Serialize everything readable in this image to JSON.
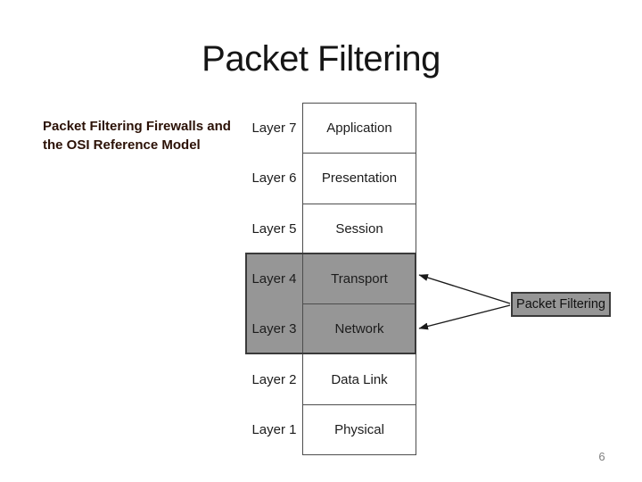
{
  "slide": {
    "title": "Packet Filtering",
    "subtitle": {
      "line1": "Packet Filtering Firewalls and",
      "line2": "the OSI Reference Model"
    },
    "page_number": "6"
  },
  "diagram": {
    "type": "osi-reference-model-stack",
    "layers": [
      {
        "label": "Layer 7",
        "name": "Application",
        "shaded": false
      },
      {
        "label": "Layer 6",
        "name": "Presentation",
        "shaded": false
      },
      {
        "label": "Layer 5",
        "name": "Session",
        "shaded": false
      },
      {
        "label": "Layer 4",
        "name": "Transport",
        "shaded": true
      },
      {
        "label": "Layer 3",
        "name": "Network",
        "shaded": true
      },
      {
        "label": "Layer 2",
        "name": "Data Link",
        "shaded": false
      },
      {
        "label": "Layer 1",
        "name": "Physical",
        "shaded": false
      }
    ],
    "callout": {
      "label": "Packet Filtering",
      "points_to": [
        "Transport",
        "Network"
      ]
    },
    "colors": {
      "shaded_fill": "#969696",
      "stack_border": "#4d4d4d",
      "shaded_outline": "#3a3a3a",
      "arrow": "#1a1a1a",
      "subtitle_text": "#2b1106",
      "page_number_text": "#7f7f7f"
    }
  }
}
